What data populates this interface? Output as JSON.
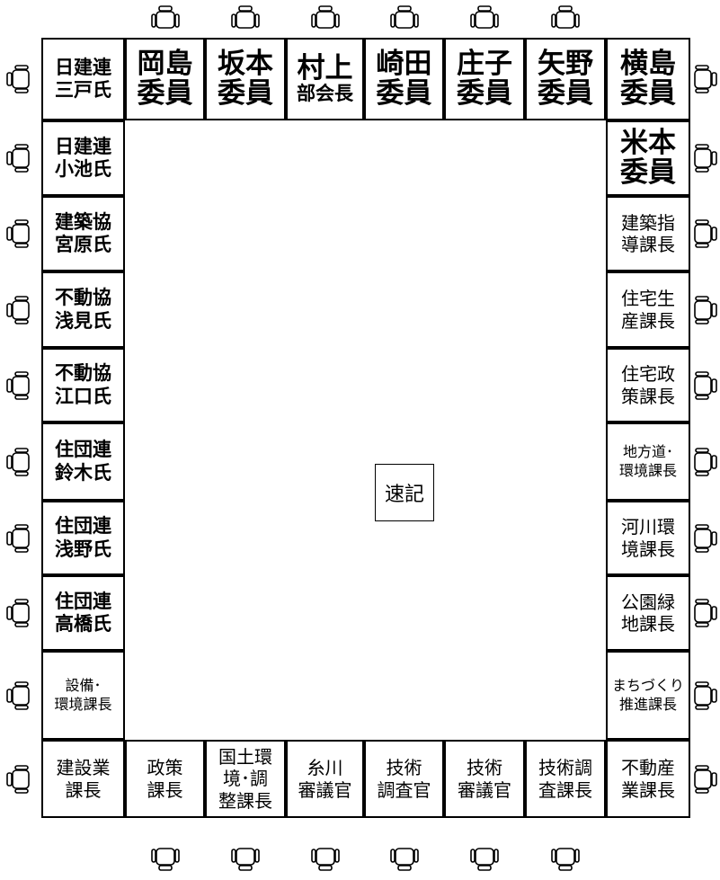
{
  "top_row": [
    {
      "top": "日建連",
      "bottom": "三戸氏",
      "style": "bold"
    },
    {
      "top": "岡島",
      "bottom": "委員",
      "style": "xl"
    },
    {
      "top": "坂本",
      "bottom": "委員",
      "style": "xl"
    },
    {
      "top": "村上",
      "bottom": "部会長",
      "style": "xl-small"
    },
    {
      "top": "崎田",
      "bottom": "委員",
      "style": "xl"
    },
    {
      "top": "庄子",
      "bottom": "委員",
      "style": "xl"
    },
    {
      "top": "矢野",
      "bottom": "委員",
      "style": "xl"
    },
    {
      "top": "横島",
      "bottom": "委員",
      "style": "xl"
    }
  ],
  "left_column": [
    {
      "top": "日建連",
      "bottom": "小池氏",
      "style": "bold"
    },
    {
      "top": "建築協",
      "bottom": "宮原氏",
      "style": "bold"
    },
    {
      "top": "不動協",
      "bottom": "浅見氏",
      "style": "bold"
    },
    {
      "top": "不動協",
      "bottom": "江口氏",
      "style": "bold"
    },
    {
      "top": "住団連",
      "bottom": "鈴木氏",
      "style": "bold"
    },
    {
      "top": "住団連",
      "bottom": "浅野氏",
      "style": "bold"
    },
    {
      "top": "住団連",
      "bottom": "高橋氏",
      "style": "bold"
    },
    {
      "top": "設備･",
      "bottom": "環境課長",
      "style": "small"
    }
  ],
  "right_column": [
    {
      "top": "米本",
      "bottom": "委員",
      "style": "xl"
    },
    {
      "top": "建築指",
      "bottom": "導課長",
      "style": "normal"
    },
    {
      "top": "住宅生",
      "bottom": "産課長",
      "style": "normal"
    },
    {
      "top": "住宅政",
      "bottom": "策課長",
      "style": "normal"
    },
    {
      "top": "地方道･",
      "bottom": "環境課長",
      "style": "small"
    },
    {
      "top": "河川環",
      "bottom": "境課長",
      "style": "normal"
    },
    {
      "top": "公園緑",
      "bottom": "地課長",
      "style": "normal"
    },
    {
      "top": "まちづくり",
      "bottom": "推進課長",
      "style": "small"
    }
  ],
  "bottom_row": [
    {
      "lines": [
        "建設業",
        "課長"
      ]
    },
    {
      "lines": [
        "政策",
        "課長"
      ]
    },
    {
      "lines": [
        "国土環",
        "境･調",
        "整課長"
      ]
    },
    {
      "lines": [
        "糸川",
        "審議官"
      ]
    },
    {
      "lines": [
        "技術",
        "調査官"
      ]
    },
    {
      "lines": [
        "技術",
        "審議官"
      ]
    },
    {
      "lines": [
        "技術調",
        "査課長"
      ]
    },
    {
      "lines": [
        "不動産",
        "業課長"
      ]
    }
  ],
  "stenographer": "速記",
  "chair_icon": "office-chair-icon"
}
